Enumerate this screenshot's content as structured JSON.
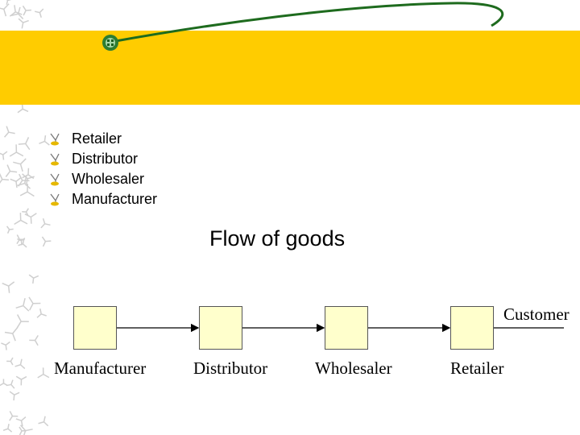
{
  "colors": {
    "banner": "#ffcc00",
    "box_fill": "#ffffcc",
    "swoosh": "#1e6b1e",
    "pattern": "#c8c8c8"
  },
  "bullets": [
    "Retailer",
    "Distributor",
    "Wholesaler",
    "Manufacturer"
  ],
  "diagram": {
    "title": "Flow of goods",
    "nodes": [
      "Manufacturer",
      "Distributor",
      "Wholesaler",
      "Retailer"
    ],
    "end_label": "Customer"
  }
}
